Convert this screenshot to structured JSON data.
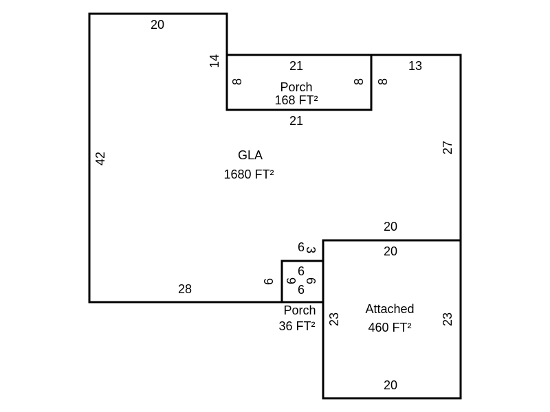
{
  "areas": {
    "gla": {
      "name": "GLA",
      "area": "1680 FT²"
    },
    "porch_top": {
      "name": "Porch",
      "area": "168 FT²"
    },
    "porch_small": {
      "name": "Porch",
      "area": "36 FT²"
    },
    "attached": {
      "name": "Attached",
      "area": "460 FT²"
    }
  },
  "dims": {
    "gla_top": "20",
    "gla_notch_left": "14",
    "gla_right_top": "13",
    "gla_right": "27",
    "gla_left": "42",
    "gla_bottom": "28",
    "gla_step_top": "20",
    "gla_step_6": "6",
    "gla_step_3": "3",
    "gla_step_left": "6",
    "porch_top_top": "21",
    "porch_top_bottom": "21",
    "porch_top_left": "8",
    "porch_top_right": "8",
    "porch_top_right_outer": "8",
    "porch_small_top": "6",
    "porch_small_bottom": "6",
    "porch_small_left": "6",
    "porch_small_right": "6",
    "attached_top": "20",
    "attached_bottom": "20",
    "attached_left": "23",
    "attached_right": "23"
  }
}
